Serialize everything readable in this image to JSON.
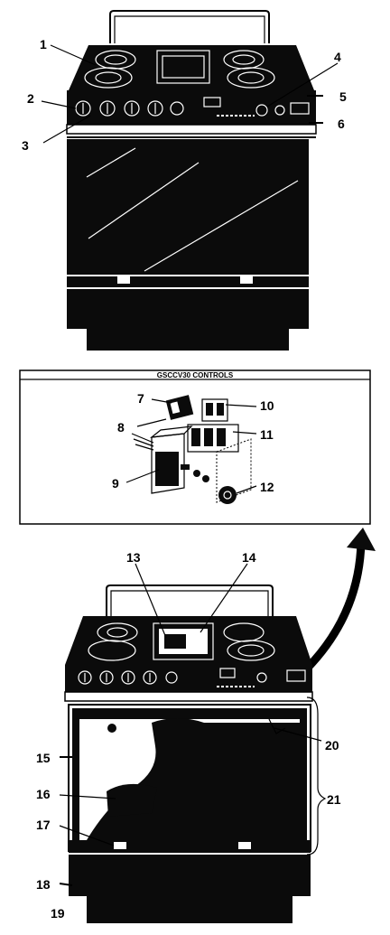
{
  "inset": {
    "title": "GSCCV30 CONTROLS"
  },
  "callouts": [
    "1",
    "2",
    "3",
    "4",
    "5",
    "6",
    "7",
    "8",
    "9",
    "10",
    "11",
    "12",
    "13",
    "14",
    "15",
    "16",
    "17",
    "18",
    "19",
    "20",
    "21"
  ],
  "colors": {
    "ink": "#000000",
    "paper": "#ffffff"
  }
}
